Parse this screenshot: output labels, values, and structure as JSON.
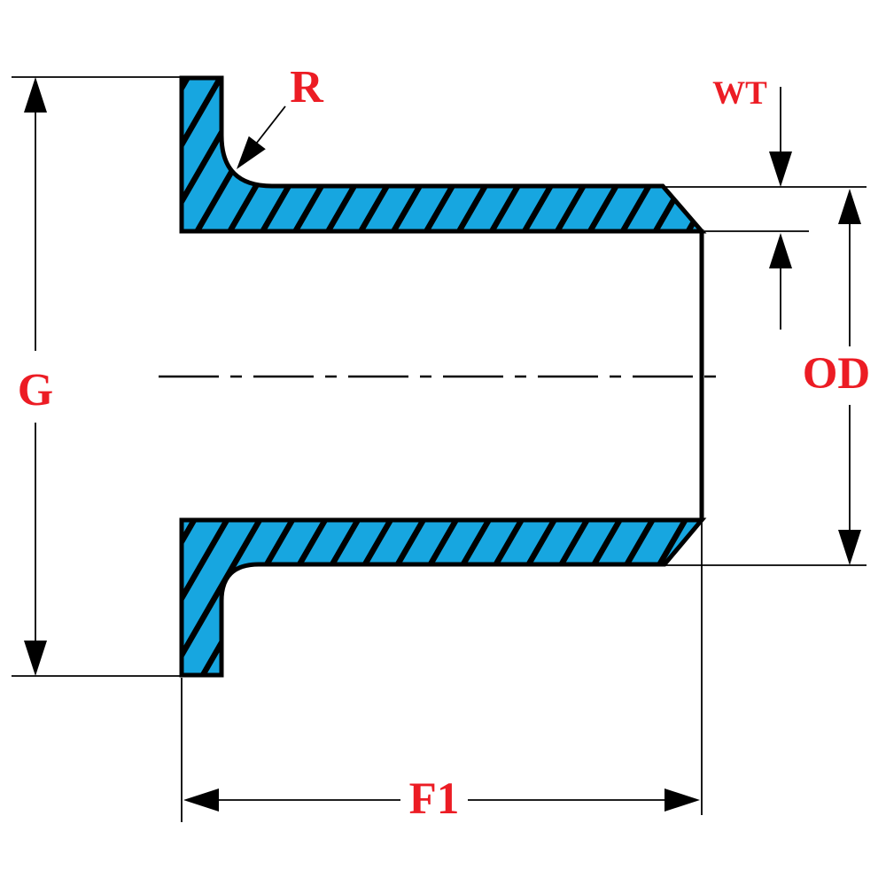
{
  "drawing": {
    "kind": "pipe-fitting-cross-section",
    "labels": {
      "radius": "R",
      "wall_thickness": "WT",
      "flange_diameter": "G",
      "outside_diameter": "OD",
      "length": "F1"
    },
    "colors": {
      "fill_blue": "#17A6E0",
      "label_red": "#EC1C24",
      "line_black": "#000000",
      "background": "#FFFFFF"
    }
  }
}
